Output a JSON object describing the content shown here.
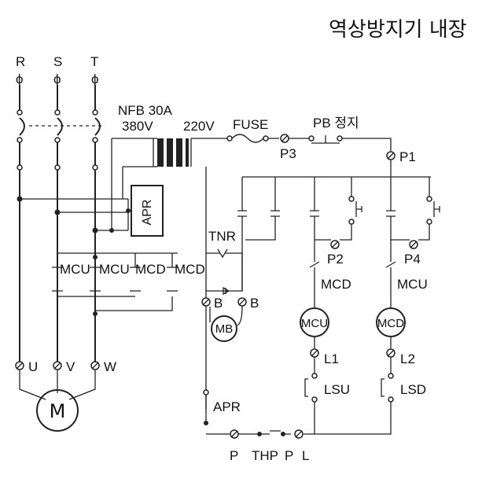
{
  "title": "역상방지기 내장",
  "phases": {
    "r": "R",
    "s": "S",
    "t": "T",
    "phi": "ϕ"
  },
  "breaker": {
    "name": "NFB 30A",
    "primary": "380V",
    "secondary": "220V"
  },
  "fuse": "FUSE",
  "pushbutton": {
    "label": "PB 정지"
  },
  "terminals": {
    "p3": "P3",
    "p1": "P1",
    "p2": "P2",
    "p4": "P4",
    "u": "U",
    "v": "V",
    "w": "W",
    "b1": "B",
    "b2": "B",
    "l1": "L1",
    "l2": "L2",
    "p": "P",
    "thp": "THP",
    "p_b": "P",
    "l": "L"
  },
  "apr_relay": "APR",
  "apr_contact": "APR",
  "tnr": "TNR",
  "contactors": {
    "mcu1": "MCU",
    "mcu2": "MCU",
    "mcd1": "MCD",
    "mcd2": "MCD"
  },
  "interlocks": {
    "mcd": "MCD",
    "mcu": "MCU"
  },
  "coils": {
    "mcu": "MCU",
    "mcd": "MCD"
  },
  "brake": "MB",
  "motor": "M",
  "limit_switches": {
    "lsu": "LSU",
    "lsd": "LSD"
  }
}
